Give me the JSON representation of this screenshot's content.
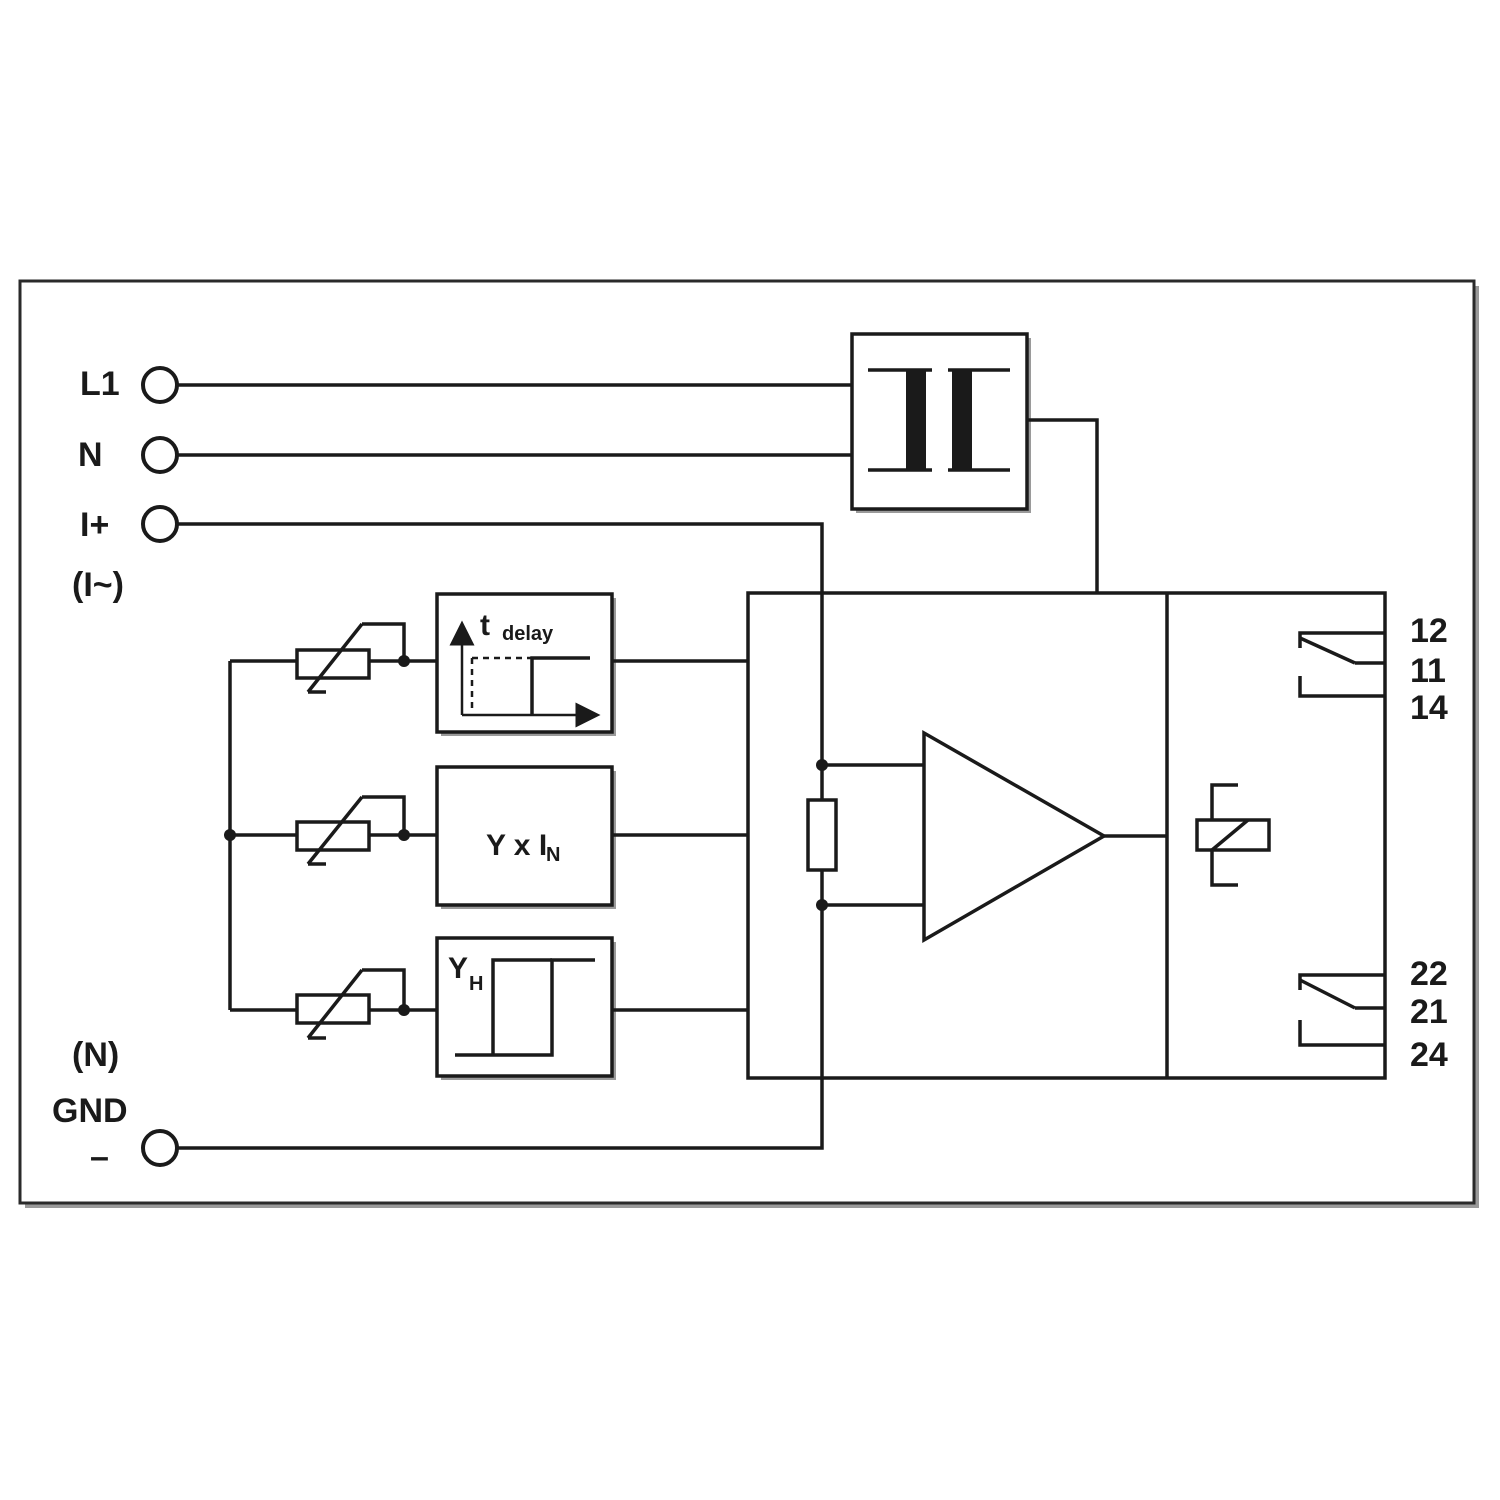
{
  "terminals": {
    "l1": "L1",
    "n": "N",
    "i_plus": "I+",
    "i_ac": "(I~)",
    "n_paren": "(N)",
    "gnd": "GND",
    "minus": "–"
  },
  "blocks": {
    "delay_t": "t",
    "delay_sub": "delay",
    "threshold_main": "Y x I",
    "threshold_sub": "N",
    "hysteresis_main": "Y",
    "hysteresis_sub": "H"
  },
  "contacts": {
    "c12": "12",
    "c11": "11",
    "c14": "14",
    "c22": "22",
    "c21": "21",
    "c24": "24"
  }
}
